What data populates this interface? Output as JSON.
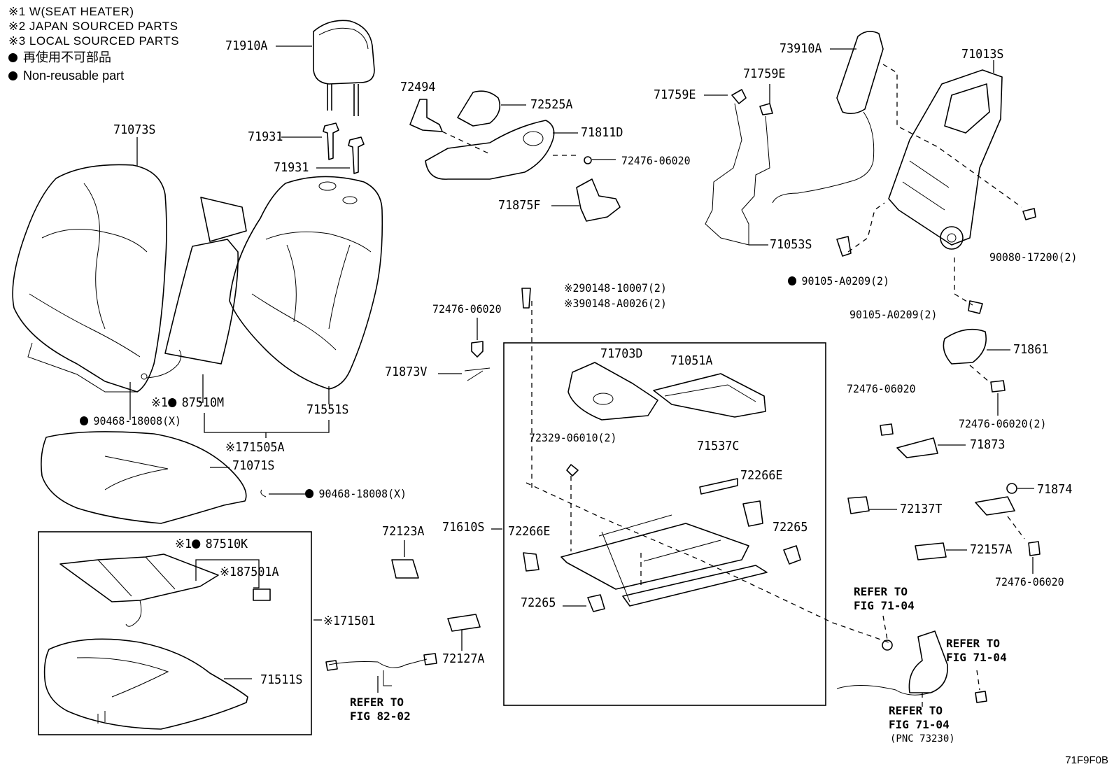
{
  "notes": [
    "※1  W(SEAT HEATER)",
    "※2  JAPAN SOURCED PARTS",
    "※3  LOCAL SOURCED PARTS"
  ],
  "legend": [
    "再使用不可部品",
    "Non-reusable part"
  ],
  "labels": {
    "p71910A": "71910A",
    "p71073S": "71073S",
    "p71931a": "71931",
    "p71931b": "71931",
    "p72494": "72494",
    "p72525A": "72525A",
    "p71811D": "71811D",
    "p72476_06020_top": "72476-06020",
    "p71875F": "71875F",
    "p73910A": "73910A",
    "p71759E_a": "71759E",
    "p71759E_b": "71759E",
    "p71013S": "71013S",
    "p71053S": "71053S",
    "p90080_17200": "90080-17200(2)",
    "p90105_A0209_a": "90105-A0209(2)",
    "p90105_A0209_b": "90105-A0209(2)",
    "p90148_10007": "90148-10007(2)",
    "p90148_A0026": "90148-A0026(2)",
    "p72476_06020_mid": "72476-06020",
    "p71873V": "71873V",
    "p71703D": "71703D",
    "p71051A": "71051A",
    "p71861": "71861",
    "p87510M": "87510M",
    "p71551S": "71551S",
    "p90468_18008_a": "90468-18008(X)",
    "p71505A": "71505A",
    "p71071S": "71071S",
    "p90468_18008_b": "90468-18008(X)",
    "p72329_06010": "72329-06010(2)",
    "p71537C": "71537C",
    "p72266E_a": "72266E",
    "p72266E_b": "72266E",
    "p72265_a": "72265",
    "p72265_b": "72265",
    "p71610S": "71610S",
    "p72123A": "72123A",
    "p87510K": "87510K",
    "p87501A": "87501A",
    "p71501": "71501",
    "p71511S": "71511S",
    "p72127A": "72127A",
    "p72476_06020_r1": "72476-06020",
    "p72476_06020_r2": "72476-06020(2)",
    "p71873": "71873",
    "p71874": "71874",
    "p72137T": "72137T",
    "p72157A": "72157A",
    "p72476_06020_r3": "72476-06020"
  },
  "marks": {
    "m1": "※1",
    "m2": "※2",
    "m3": "※3"
  },
  "refs": {
    "fig8202": "REFER TO\nFIG 82-02",
    "fig7104a": "REFER TO\nFIG 71-04",
    "fig7104b": "REFER TO\nFIG 71-04",
    "fig7104c": "REFER TO\nFIG 71-04",
    "pnc": "(PNC 73230)"
  },
  "code": "71F9F0B"
}
